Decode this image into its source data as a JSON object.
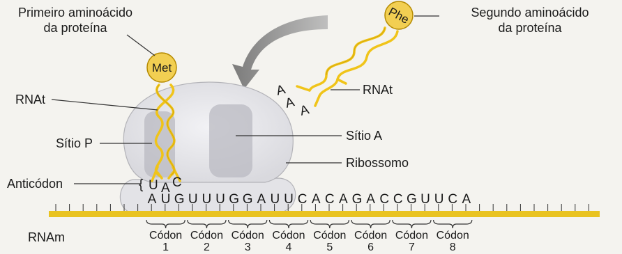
{
  "labels": {
    "first_aa_line1": "Primeiro aminoácido",
    "first_aa_line2": "da proteína",
    "second_aa_line1": "Segundo aminoácido",
    "second_aa_line2": "da proteína",
    "trna_left": "RNAt",
    "trna_right": "RNAt",
    "site_p": "Sítio P",
    "site_a": "Sítio A",
    "ribosome": "Ribossomo",
    "anticodon": "Anticódon",
    "mrna": "RNAm"
  },
  "amino_acids": {
    "first": "Met",
    "second": "Phe"
  },
  "anticodon_bases": [
    "U",
    "A",
    "C"
  ],
  "incoming_anticodon_bases": [
    "A",
    "A",
    "A"
  ],
  "mrna_sequence": [
    "A",
    "U",
    "G",
    "U",
    "U",
    "U",
    "G",
    "G",
    "A",
    "U",
    "U",
    "C",
    "A",
    "C",
    "A",
    "G",
    "A",
    "C",
    "C",
    "G",
    "U",
    "U",
    "C",
    "A"
  ],
  "codons": [
    {
      "label": "Códon",
      "number": "1"
    },
    {
      "label": "Códon",
      "number": "2"
    },
    {
      "label": "Códon",
      "number": "3"
    },
    {
      "label": "Códon",
      "number": "4"
    },
    {
      "label": "Códon",
      "number": "5"
    },
    {
      "label": "Códon",
      "number": "6"
    },
    {
      "label": "Códon",
      "number": "7"
    },
    {
      "label": "Códon",
      "number": "8"
    }
  ],
  "colors": {
    "trna": "#f0c419",
    "mrna": "#e9c321",
    "aa_fill": "#f2cf52",
    "ribosome": "#e9e9ec",
    "arrow": "#8a8a8a"
  }
}
